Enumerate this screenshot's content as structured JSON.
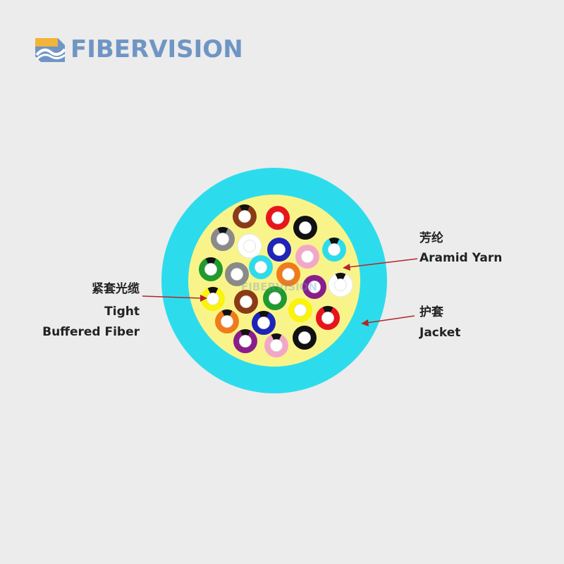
{
  "brand": {
    "name": "FIBERVISION",
    "watermark": "FIBERVISION"
  },
  "colors": {
    "background": "#ececec",
    "jacket": "#2ddcec",
    "aramid": "#f9f48a",
    "brand": "#6f95c4",
    "arrow": "#b3262a"
  },
  "labels": {
    "aramid_cn": "芳纶",
    "aramid_en": "Aramid Yarn",
    "jacket_cn": "护套",
    "jacket_en": "Jacket",
    "fiber_cn": "紧套光缆",
    "fiber_en_1": "Tight",
    "fiber_en_2": "Buffered Fiber"
  },
  "fibers": [
    {
      "color": "#8b3a16",
      "marker": true
    },
    {
      "color": "#e8141c",
      "marker": false
    },
    {
      "color": "#111111",
      "marker": false
    },
    {
      "color": "#8a8a8a",
      "marker": true
    },
    {
      "color": "#ffffff",
      "marker": false
    },
    {
      "color": "#1e24b8",
      "marker": false
    },
    {
      "color": "#f3a7c8",
      "marker": false
    },
    {
      "color": "#2ddcec",
      "marker": true
    },
    {
      "color": "#1f9a2e",
      "marker": true
    },
    {
      "color": "#8a8a8a",
      "marker": false
    },
    {
      "color": "#2ddcec",
      "marker": false
    },
    {
      "color": "#f07b1a",
      "marker": false
    },
    {
      "color": "#8a1d8c",
      "marker": false
    },
    {
      "color": "#ffffff",
      "marker": true
    },
    {
      "color": "#f9f40a",
      "marker": true
    },
    {
      "color": "#8b3a16",
      "marker": false
    },
    {
      "color": "#1f9a2e",
      "marker": false
    },
    {
      "color": "#f9f40a",
      "marker": false
    },
    {
      "color": "#e8141c",
      "marker": true
    },
    {
      "color": "#f07b1a",
      "marker": true
    },
    {
      "color": "#1e24b8",
      "marker": true
    },
    {
      "color": "#8a1d8c",
      "marker": true
    },
    {
      "color": "#f3a7c8",
      "marker": true
    },
    {
      "color": "#111111",
      "marker": true
    }
  ]
}
